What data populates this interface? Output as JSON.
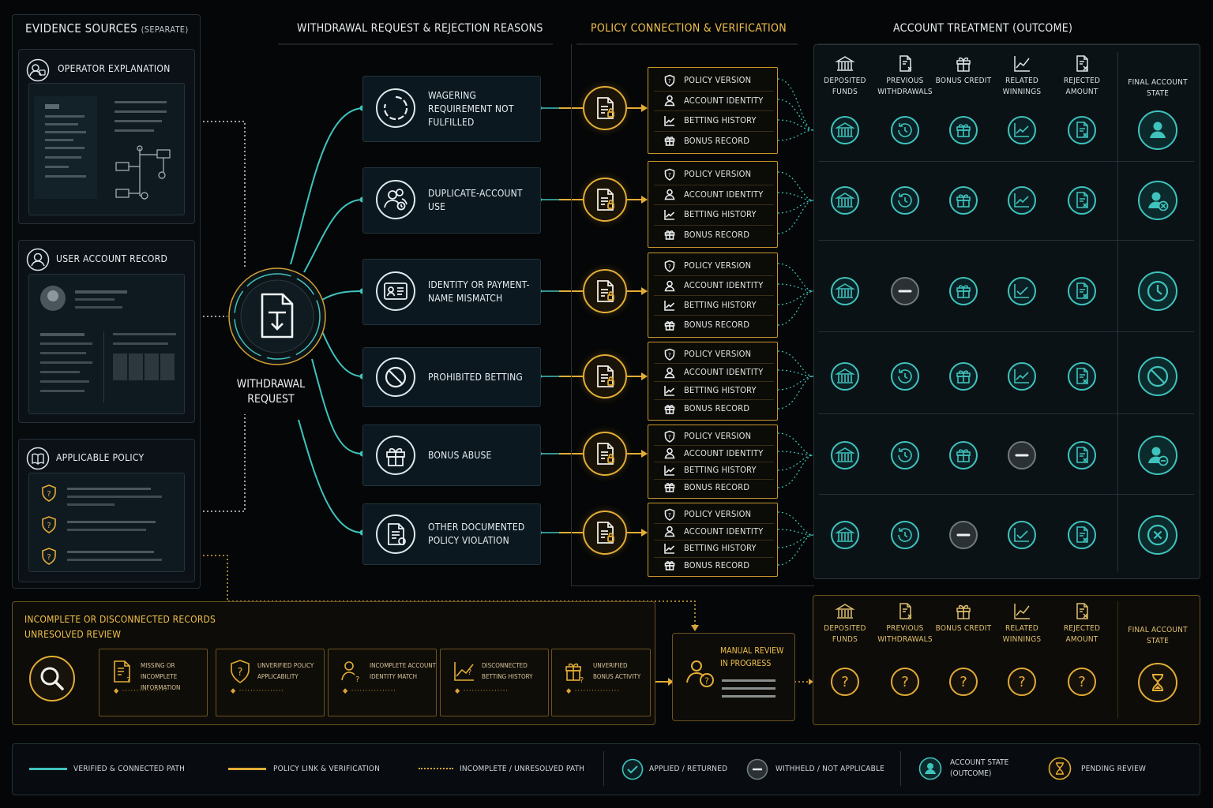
{
  "headers": {
    "evidence_main": "EVIDENCE SOURCES",
    "evidence_sub": "(SEPARATE)",
    "reasons": "WITHDRAWAL REQUEST & REJECTION REASONS",
    "policy": "POLICY CONNECTION & VERIFICATION",
    "treatment": "ACCOUNT TREATMENT (OUTCOME)"
  },
  "evidence": [
    {
      "title": "OPERATOR EXPLANATION",
      "icon": "operator-icon"
    },
    {
      "title": "USER ACCOUNT RECORD",
      "icon": "user-icon"
    },
    {
      "title": "APPLICABLE POLICY",
      "icon": "book-icon"
    }
  ],
  "hub": {
    "line1": "WITHDRAWAL",
    "line2": "REQUEST"
  },
  "reasons": [
    {
      "label": "WAGERING REQUIREMENT NOT FULFILLED",
      "icon": "progress-ring-icon"
    },
    {
      "label": "DUPLICATE-ACCOUNT USE",
      "icon": "duplicate-users-icon"
    },
    {
      "label": "IDENTITY OR PAYMENT-NAME MISMATCH",
      "icon": "id-card-icon"
    },
    {
      "label": "PROHIBITED BETTING",
      "icon": "prohibited-icon"
    },
    {
      "label": "BONUS ABUSE",
      "icon": "gift-icon"
    },
    {
      "label": "OTHER DOCUMENTED POLICY VIOLATION",
      "icon": "document-icon"
    }
  ],
  "policy_items": [
    "POLICY VERSION",
    "ACCOUNT IDENTITY",
    "BETTING HISTORY",
    "BONUS RECORD"
  ],
  "treatment_columns": [
    {
      "label": "DEPOSITED FUNDS",
      "icon": "bank-icon"
    },
    {
      "label": "PREVIOUS WITHDRAWALS",
      "icon": "history-icon"
    },
    {
      "label": "BONUS CREDIT",
      "icon": "gift-icon"
    },
    {
      "label": "RELATED WINNINGS",
      "icon": "chart-icon"
    },
    {
      "label": "REJECTED AMOUNT",
      "icon": "rejected-doc-icon"
    },
    {
      "label": "FINAL ACCOUNT STATE",
      "icon": ""
    }
  ],
  "outcomes": [
    {
      "cells": [
        "bank",
        "history",
        "gift",
        "chart",
        "rejected"
      ],
      "final": "user"
    },
    {
      "cells": [
        "bank",
        "history",
        "gift",
        "chart",
        "rejected"
      ],
      "final": "user-x"
    },
    {
      "cells": [
        "bank",
        "withheld",
        "gift",
        "check",
        "rejected"
      ],
      "final": "clock"
    },
    {
      "cells": [
        "bank",
        "history",
        "gift",
        "chart",
        "rejected"
      ],
      "final": "prohibited"
    },
    {
      "cells": [
        "bank",
        "history",
        "gift",
        "withheld",
        "rejected"
      ],
      "final": "user-minus"
    },
    {
      "cells": [
        "bank",
        "history",
        "withheld",
        "check",
        "rejected"
      ],
      "final": "x-circle"
    }
  ],
  "incomplete": {
    "title1": "INCOMPLETE OR DISCONNECTED RECORDS",
    "title2": "UNRESOLVED REVIEW",
    "items": [
      {
        "label": "MISSING OR INCOMPLETE INFORMATION",
        "icon": "missing-doc-icon"
      },
      {
        "label": "UNVERIFIED POLICY APPLICABILITY",
        "icon": "shield-question-icon"
      },
      {
        "label": "INCOMPLETE ACCOUNT IDENTITY MATCH",
        "icon": "user-question-icon"
      },
      {
        "label": "DISCONNECTED BETTING HISTORY",
        "icon": "chart-question-icon"
      },
      {
        "label": "UNVERIFIED BONUS ACTIVITY",
        "icon": "gift-question-icon"
      }
    ],
    "manual_review_line1": "MANUAL REVIEW",
    "manual_review_line2": "IN PROGRESS"
  },
  "legend": {
    "verified": "VERIFIED & CONNECTED PATH",
    "policy": "POLICY LINK & VERIFICATION",
    "incomplete": "INCOMPLETE / UNRESOLVED PATH",
    "applied": "APPLIED / RETURNED",
    "withheld": "WITHHELD / NOT APPLICABLE",
    "account_state_1": "ACCOUNT STATE",
    "account_state_2": "(OUTCOME)",
    "pending": "PENDING REVIEW"
  },
  "colors": {
    "teal": "#3fc3bd",
    "gold": "#e3ad35",
    "grey": "#707a80"
  }
}
